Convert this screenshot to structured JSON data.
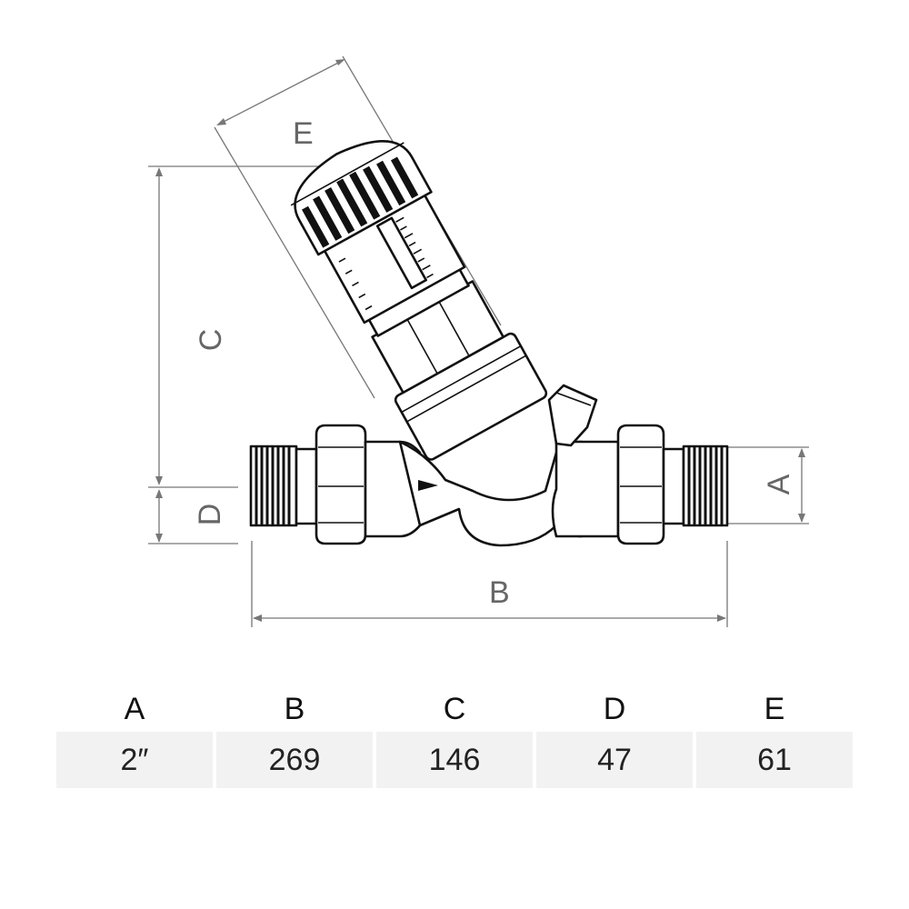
{
  "diagram": {
    "labels": {
      "A": "A",
      "B": "B",
      "C": "C",
      "D": "D",
      "E": "E"
    }
  },
  "table": {
    "headers": [
      "A",
      "B",
      "C",
      "D",
      "E"
    ],
    "values": [
      "2″",
      "269",
      "146",
      "47",
      "61"
    ]
  },
  "colors": {
    "line": "#111111",
    "dimension": "#777777",
    "cell_bg": "#f2f2f2"
  }
}
